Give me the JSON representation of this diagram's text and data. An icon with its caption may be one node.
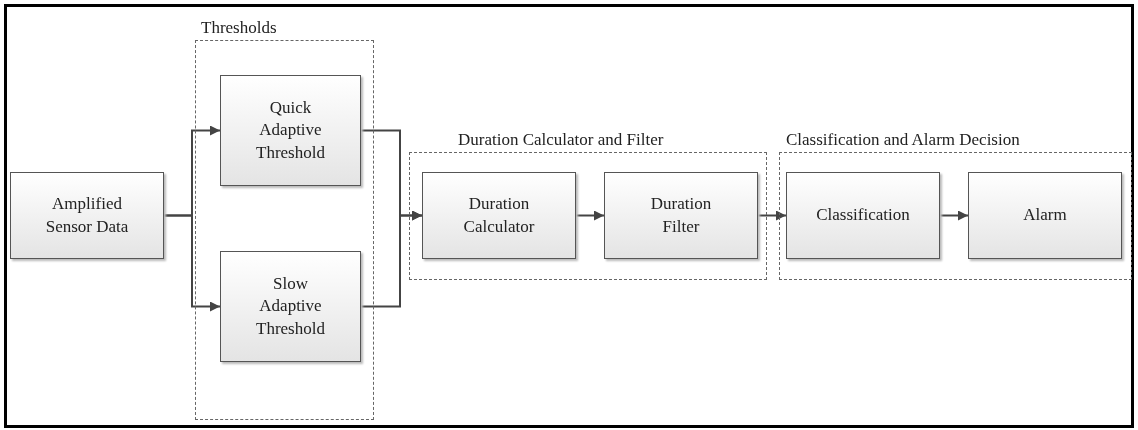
{
  "diagram": {
    "nodes": [
      {
        "text": [
          "Amplified Sensor Data"
        ]
      },
      {
        "text": [
          "Thresholds"
        ]
      },
      {
        "text": [
          "Quick Adaptive Threshold"
        ],
        "in": 1
      },
      {
        "text": [
          "Slow Adaptive Threshold"
        ],
        "in": 1
      },
      {
        "text": [
          "Duration Calculator and Filter"
        ]
      },
      {
        "text": [
          "Duration Calculator"
        ],
        "in": 4
      },
      {
        "text": [
          "Duration Filter"
        ],
        "in": 4
      },
      {
        "text": [
          "Classification and Alarm Decision"
        ]
      },
      {
        "text": [
          "Classification"
        ],
        "in": 7
      },
      {
        "text": [
          "Alarm"
        ],
        "in": 7
      }
    ],
    "edges": [
      {
        "from": 0,
        "to": 2,
        "arrow": "to"
      },
      {
        "from": 0,
        "to": 3,
        "arrow": "to"
      },
      {
        "from": 2,
        "to": 5,
        "arrow": "to"
      },
      {
        "from": 3,
        "to": 5,
        "arrow": "to"
      },
      {
        "from": 5,
        "to": 6,
        "arrow": "to"
      },
      {
        "from": 6,
        "to": 8,
        "arrow": "to"
      },
      {
        "from": 8,
        "to": 9,
        "arrow": "to"
      }
    ]
  }
}
